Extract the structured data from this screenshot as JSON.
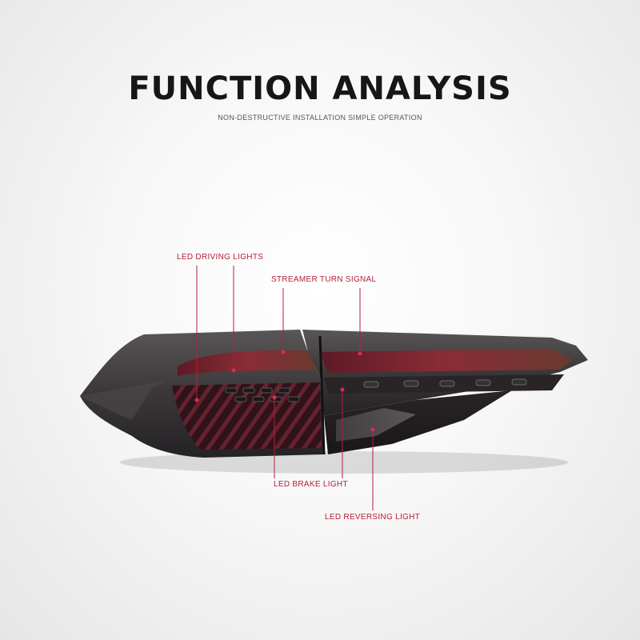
{
  "header": {
    "title": "FUNCTION ANALYSIS",
    "subtitle": "NON-DESTRUCTIVE INSTALLATION SIMPLE OPERATION"
  },
  "callouts": {
    "driving": "LED DRIVING LIGHTS",
    "turn": "STREAMER TURN SIGNAL",
    "brake": "LED BRAKE LIGHT",
    "reversing": "LED REVERSING LIGHT"
  },
  "colors": {
    "accent": "#b3203a",
    "housing": "#3a383a",
    "lens_red": "#7a1e2c"
  }
}
